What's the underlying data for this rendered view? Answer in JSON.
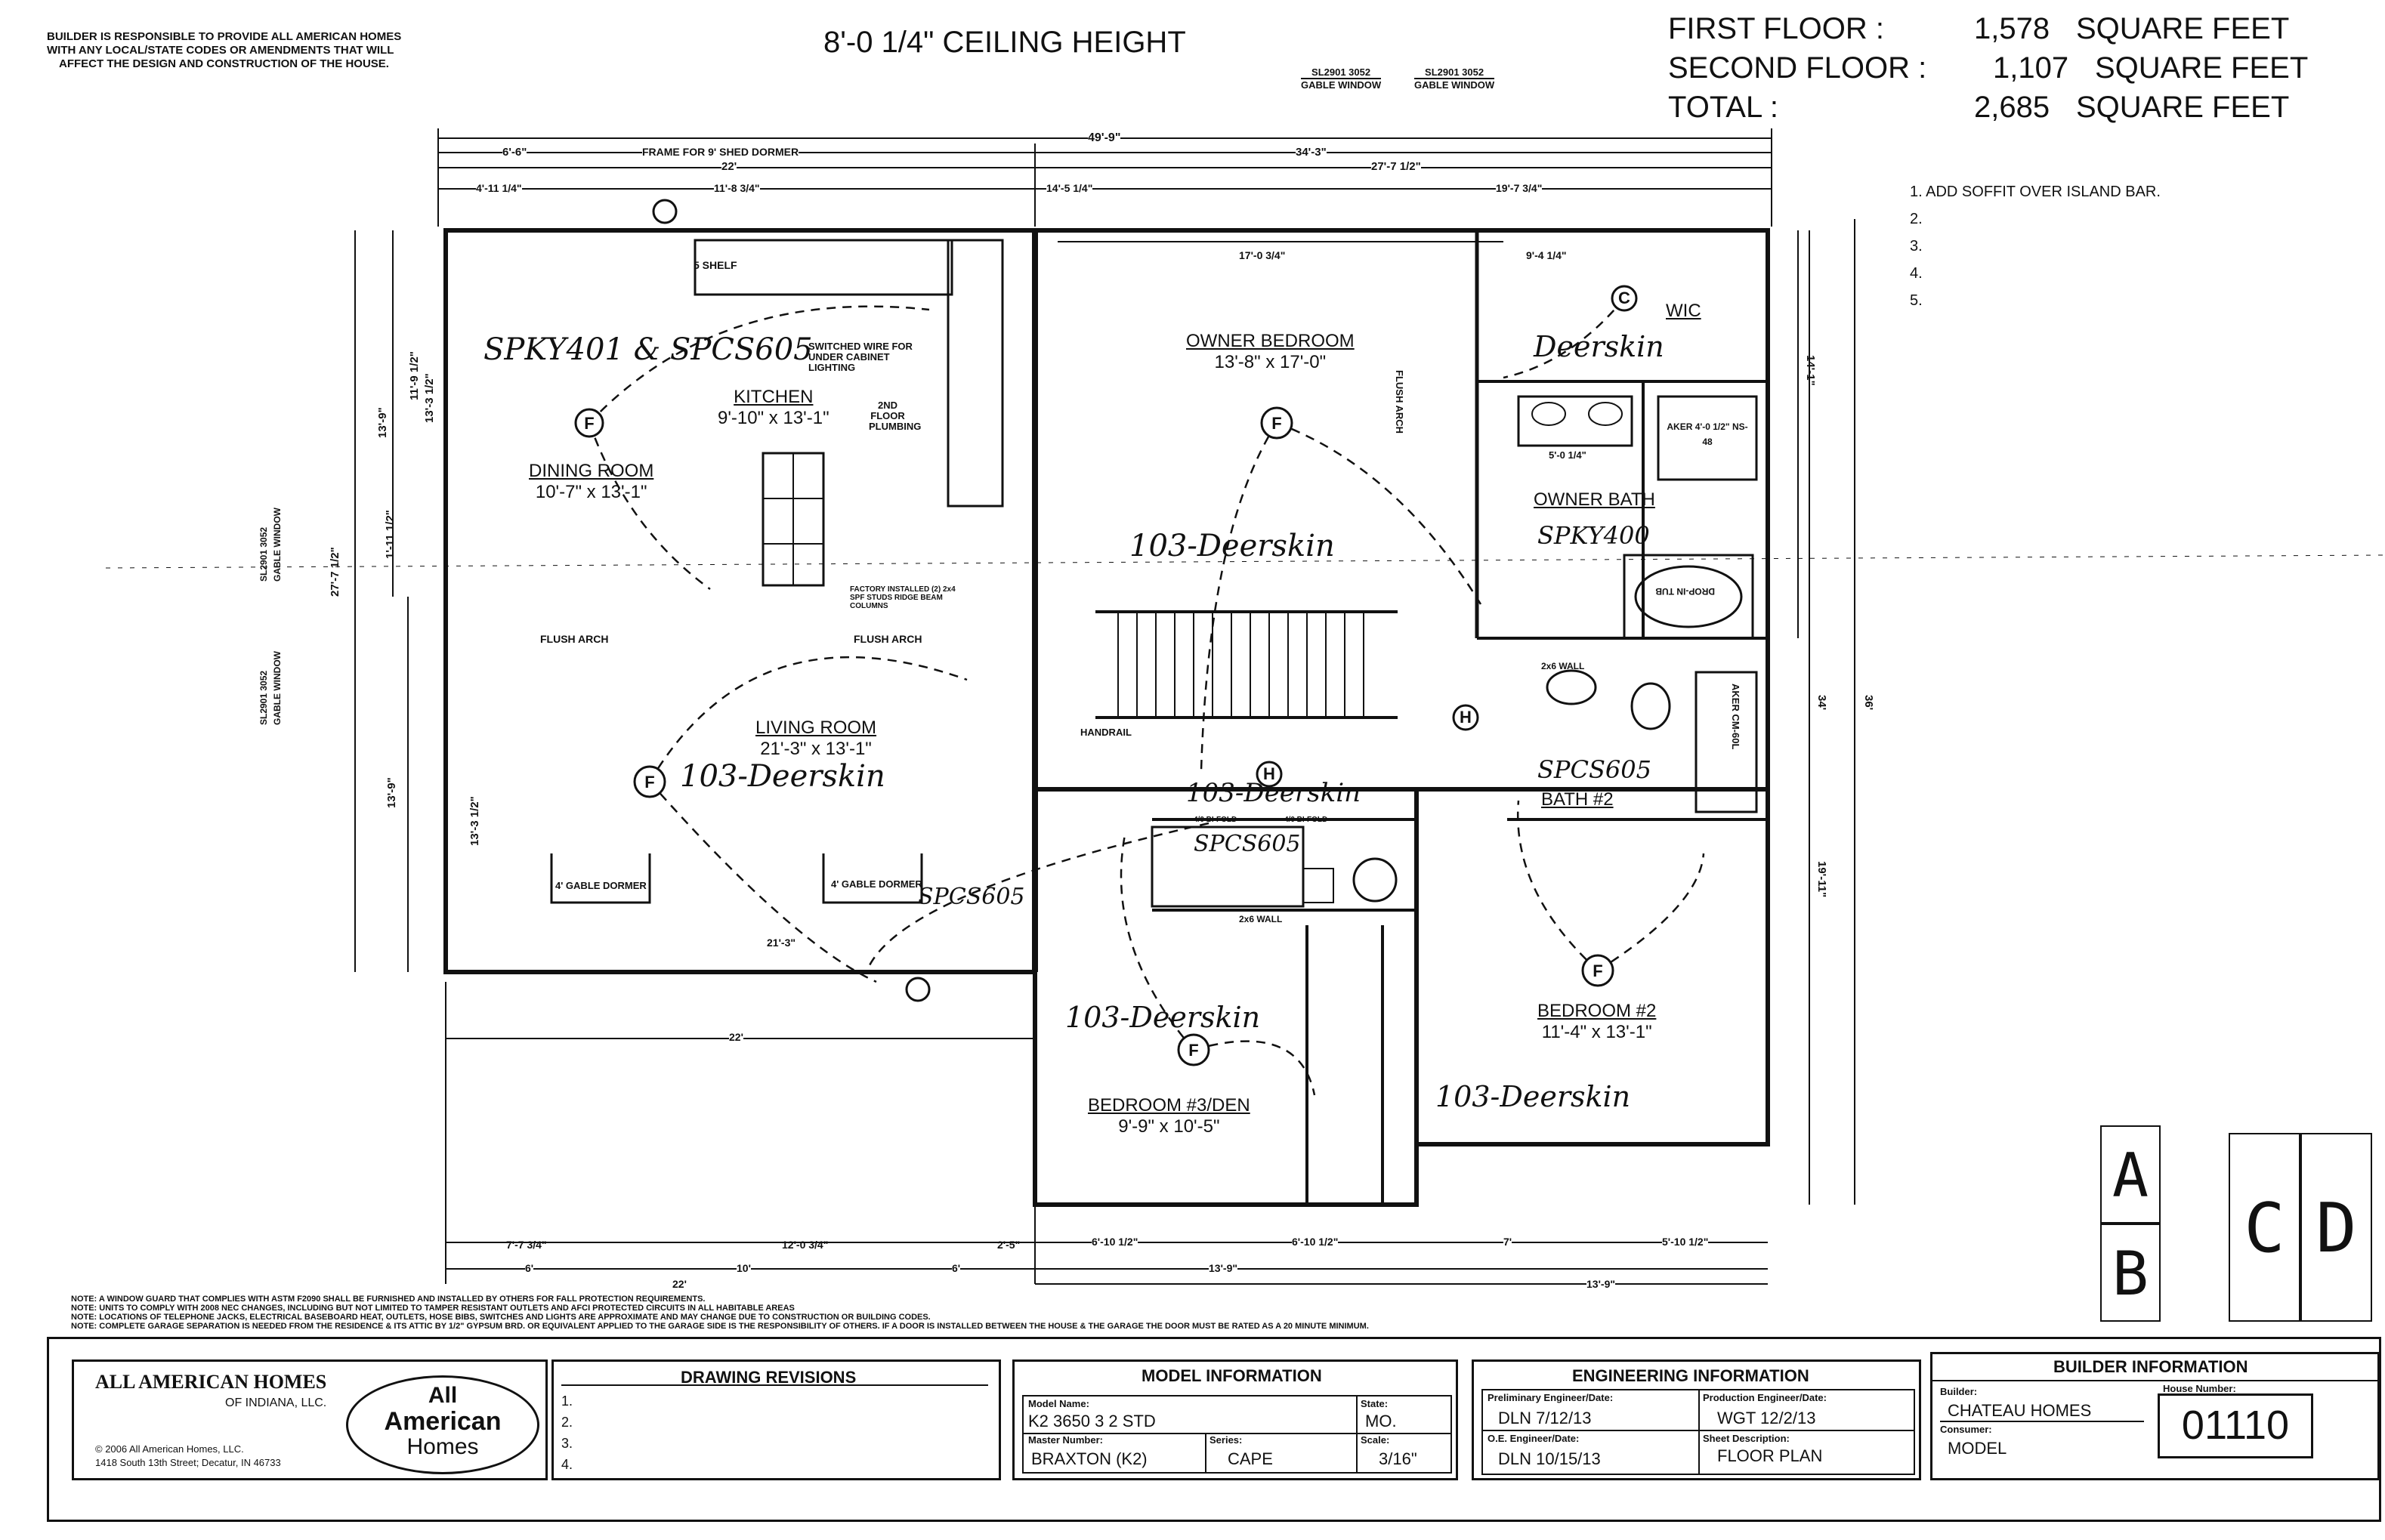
{
  "disclaimer": [
    "BUILDER IS RESPONSIBLE TO PROVIDE ALL AMERICAN HOMES",
    "WITH ANY LOCAL/STATE CODES OR AMENDMENTS THAT WILL",
    "AFFECT THE DESIGN AND CONSTRUCTION OF THE HOUSE."
  ],
  "ceiling": "8'-0 1/4\" CEILING HEIGHT",
  "areas": [
    {
      "label": "FIRST FLOOR :",
      "value": "1,578",
      "unit": "SQUARE FEET"
    },
    {
      "label": "SECOND FLOOR :",
      "value": "1,107",
      "unit": "SQUARE FEET"
    },
    {
      "label": "TOTAL :",
      "value": "2,685",
      "unit": "SQUARE FEET"
    }
  ],
  "notes_list": [
    "1. ADD SOFFIT OVER ISLAND BAR.",
    "2.",
    "3.",
    "4.",
    "5."
  ],
  "windows_top": [
    "SL2901 3052",
    "GABLE WINDOW",
    "SL2901 3052",
    "GABLE WINDOW"
  ],
  "rooms": {
    "dining": {
      "name": "DINING ROOM",
      "dim": "10'-7\" x 13'-1\""
    },
    "kitchen": {
      "name": "KITCHEN",
      "dim": "9'-10\" x 13'-1\""
    },
    "living": {
      "name": "LIVING ROOM",
      "dim": "21'-3\" x 13'-1\""
    },
    "owner_bed": {
      "name": "OWNER BEDROOM",
      "dim": "13'-8\" x 17'-0\""
    },
    "owner_bath": {
      "name": "OWNER BATH"
    },
    "wic": {
      "name": "WIC"
    },
    "bath2": {
      "name": "BATH #2"
    },
    "bed2": {
      "name": "BEDROOM #2",
      "dim": "11'-4\" x 13'-1\""
    },
    "bed3": {
      "name": "BEDROOM #3/DEN",
      "dim": "9'-9\" x 10'-5\""
    }
  },
  "handwriting": [
    "SPKY401 & SPCS605",
    "103-Deerskin",
    "103-Deerskin",
    "Deerskin",
    "SPKY400",
    "103-Deerskin",
    "SPCS605",
    "SPCS605",
    "SPCS605",
    "103-Deerskin",
    "103-Deerskin"
  ],
  "plan_labels": {
    "shelf": "5 SHELF",
    "switched": "SWITCHED WIRE FOR UNDER CABINET LIGHTING",
    "plumbing": "2ND FLOOR PLUMBING",
    "flush_arch": "FLUSH ARCH",
    "flush_arch2": "FLUSH ARCH",
    "flush_arch3": "FLUSH ARCH",
    "handrail": "HANDRAIL",
    "gable_dormer": "4' GABLE DORMER",
    "gable_dormer2": "4' GABLE DORMER",
    "shed_dormer": "FRAME FOR 9' SHED DORMER",
    "factory": "FACTORY INSTALLED (2) 2x4 SPF STUDS RIDGE BEAM COLUMNS",
    "vanity_wall": "2x6 WALL",
    "wall2": "2x6 WALL",
    "drop_in_tub": "DROP-IN TUB",
    "aker1": "AKER 4'-0 1/2\" NS-48",
    "aker2": "AKER CM-60L",
    "bifold1": "4/0 BI-FOLD",
    "bifold2": "4/0 BI-FOLD"
  },
  "dims_top": [
    "49'-9\"",
    "6'-6\"",
    "22'",
    "34'-3\"",
    "27'-7 1/2\"",
    "4'-11 1/4\"",
    "11'-8 3/4\"",
    "14'-5 1/4\"",
    "19'-7 3/4\"",
    "17'-0 3/4\"",
    "9'-4 1/4\"",
    "5'-0 1/4\""
  ],
  "dims_bottom": [
    "7'-7 3/4\"",
    "12'-0 3/4\"",
    "2'-5\"",
    "6'-10 1/2\"",
    "6'-10 1/2\"",
    "7'",
    "5'-10 1/2\"",
    "6'",
    "10'",
    "6'",
    "22'",
    "13'-9\"",
    "13'-9\"",
    "21'-3\"",
    "22'"
  ],
  "dims_side": [
    "27'-7 1/2\"",
    "13'-9\"",
    "11'-9 1/2\"",
    "13'-3 1/2\"",
    "13'-9\"",
    "13'-3 1/2\"",
    "1'-11 1/2\"",
    "34'",
    "36'",
    "19'-11\"",
    "14'-1\""
  ],
  "footer_notes": [
    "NOTE: A WINDOW GUARD THAT COMPLIES WITH ASTM F2090 SHALL BE FURNISHED AND INSTALLED BY OTHERS FOR FALL PROTECTION REQUIREMENTS.",
    "NOTE: UNITS TO COMPLY WITH 2008 NEC CHANGES, INCLUDING BUT NOT LIMITED TO TAMPER RESISTANT OUTLETS AND AFCI PROTECTED CIRCUITS IN ALL HABITABLE AREAS",
    "NOTE: LOCATIONS OF TELEPHONE JACKS, ELECTRICAL BASEBOARD HEAT, OUTLETS, HOSE BIBS, SWITCHES AND LIGHTS ARE APPROXIMATE AND MAY CHANGE DUE TO CONSTRUCTION OR BUILDING CODES.",
    "NOTE: COMPLETE GARAGE SEPARATION IS NEEDED FROM THE RESIDENCE & ITS ATTIC BY 1/2\" GYPSUM BRD. OR EQUIVALENT APPLIED TO THE GARAGE SIDE IS THE RESPONSIBILITY OF OTHERS. IF A DOOR IS INSTALLED BETWEEN THE HOUSE & THE GARAGE THE DOOR MUST BE RATED AS A 20 MINUTE MINIMUM."
  ],
  "company": {
    "name": "ALL AMERICAN HOMES",
    "sub": "OF INDIANA, LLC.",
    "logo": [
      "All",
      "American",
      "Homes"
    ],
    "copyright": "© 2006 All American Homes, LLC.",
    "address": "1418 South 13th Street; Decatur, IN 46733"
  },
  "revisions": {
    "title": "DRAWING REVISIONS",
    "rows": [
      "1.",
      "2.",
      "3.",
      "4."
    ]
  },
  "model": {
    "title": "MODEL INFORMATION",
    "model_name_label": "Model Name:",
    "model_name": "K2 3650 3 2 STD",
    "state_label": "State:",
    "state": "MO.",
    "master_label": "Master Number:",
    "master": "BRAXTON (K2)",
    "series_label": "Series:",
    "series": "CAPE",
    "scale_label": "Scale:",
    "scale": "3/16\""
  },
  "engineering": {
    "title": "ENGINEERING INFORMATION",
    "prelim_label": "Preliminary Engineer/Date:",
    "prelim": "DLN 7/12/13",
    "prod_label": "Production Engineer/Date:",
    "prod": "WGT 12/2/13",
    "oe_label": "O.E. Engineer/Date:",
    "oe": "DLN 10/15/13",
    "sheet_label": "Sheet Description:",
    "sheet": "FLOOR PLAN"
  },
  "builder": {
    "title": "BUILDER INFORMATION",
    "builder_label": "Builder:",
    "builder": "CHATEAU HOMES",
    "consumer_label": "Consumer:",
    "consumer": "MODEL",
    "house_label": "House Number:",
    "house": "01110"
  },
  "stamps": [
    "A",
    "B",
    "C",
    "D"
  ]
}
